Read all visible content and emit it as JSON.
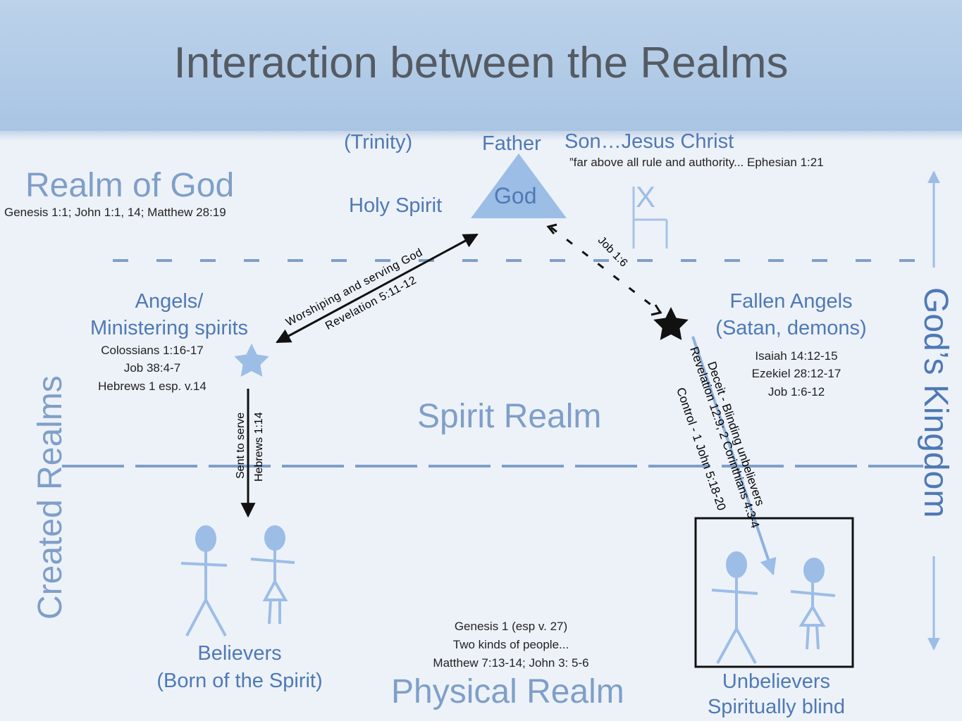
{
  "title": "Interaction between the Realms",
  "realm_of_god": {
    "label": "Realm of God",
    "refs": "Genesis 1:1; John 1:1, 14; Matthew 28:19",
    "trinity": "(Trinity)",
    "father": "Father",
    "god": "God",
    "holy_spirit": "Holy Spirit",
    "son": "Son…Jesus Christ",
    "son_quote": "”far above all rule and authority... Ephesian 1:21",
    "throne_mark": "X"
  },
  "side_labels": {
    "created_realms": "Created Realms",
    "gods_kingdom": "God’s Kingdom"
  },
  "spirit_realm": {
    "label": "Spirit Realm",
    "angels_line1": "Angels/",
    "angels_line2": "Ministering spirits",
    "angels_refs": [
      "Colossians 1:16-17",
      "Job 38:4-7",
      "Hebrews 1 esp. v.14"
    ],
    "fallen_line1": "Fallen Angels",
    "fallen_line2": "(Satan, demons)",
    "fallen_refs": [
      "Isaiah 14:12-15",
      "Ezekiel 28:12-17",
      "Job 1:6-12"
    ]
  },
  "arrows": {
    "worship_line1": "Worshiping and serving God",
    "worship_line2": "Revelation 5:11-12",
    "job": "Job 1:6",
    "sent_line1": "Sent to serve",
    "sent_line2": "Hebrews 1:14",
    "deceit_line1": "Deceit - Blinding unbelievers",
    "deceit_line2": "Revelation 12:9; 2 Corinthians 4:3-4",
    "deceit_line3": "Control - 1 John 5:18-20"
  },
  "physical_realm": {
    "label": "Physical Realm",
    "refs": [
      "Genesis 1 (esp v. 27)",
      "Two kinds of people...",
      "Matthew 7:13-14; John 3: 5-6"
    ],
    "believers_line1": "Believers",
    "believers_line2": "(Born of the Spirit)",
    "unbelievers_line1": "Unbelievers",
    "unbelievers_line2": "Spiritually blind"
  },
  "colors": {
    "accent_blue": "#4f79b6",
    "faded_blue": "#7f9fc8",
    "figure_blue": "#9cbde6",
    "header_blue": "#b4cde8"
  }
}
